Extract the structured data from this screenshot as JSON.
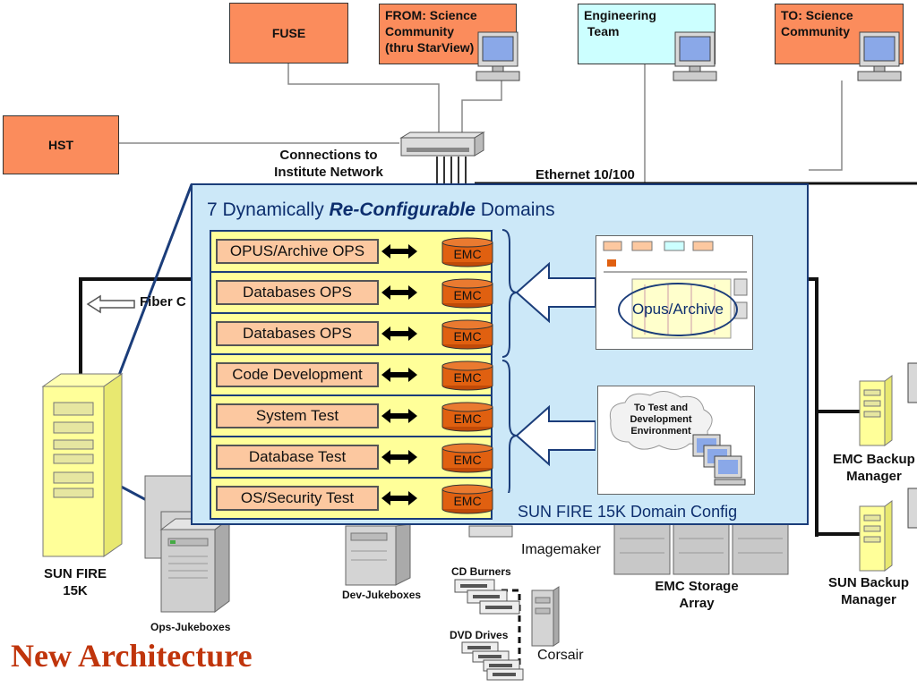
{
  "top_boxes": {
    "fuse": "FUSE",
    "from_science": [
      "FROM:  Science",
      "Community",
      "(thru StarView)"
    ],
    "engineering": [
      "Engineering",
      " Team"
    ],
    "to_science": [
      "TO:  Science",
      "Community"
    ],
    "hst": "HST"
  },
  "labels": {
    "connections": [
      "Connections to",
      "Institute Network"
    ],
    "ethernet": "Ethernet 10/100",
    "fiber": "Fiber C",
    "sun_fire": [
      "SUN FIRE",
      "15K"
    ],
    "ops_jukeboxes": "Ops-Jukeboxes",
    "dev_jukeboxes": "Dev-Jukeboxes",
    "imagemaker": "Imagemaker",
    "cd_burners": "CD Burners",
    "dvd_drives": "DVD Drives",
    "corsair": "Corsair",
    "emc_storage": [
      "EMC Storage",
      "Array"
    ],
    "emc_backup": [
      "EMC Backup",
      "Manager"
    ],
    "sun_backup": [
      "SUN Backup",
      "Manager"
    ]
  },
  "overlay": {
    "title_prefix": "7 Dynamically ",
    "title_emphasis": "Re-Configurable",
    "title_suffix": " Domains",
    "footer": "SUN FIRE 15K Domain Config",
    "emc_label": "EMC",
    "domains": [
      "OPUS/Archive OPS",
      "Databases OPS",
      "Databases OPS",
      "Code Development",
      "System Test",
      "Database Test",
      "OS/Security Test"
    ],
    "opus_archive": "Opus/Archive",
    "test_cloud": [
      "To Test and",
      "Development",
      "Environment"
    ]
  },
  "page_title": "New Architecture",
  "colors": {
    "orange_box": "#fb8c5c",
    "cyan_box": "#ccffff",
    "overlay_bg": "#cce8f8",
    "stack_bg": "#ffff99",
    "emc_cylinder": "#e06010",
    "title_red": "#c0350c"
  }
}
